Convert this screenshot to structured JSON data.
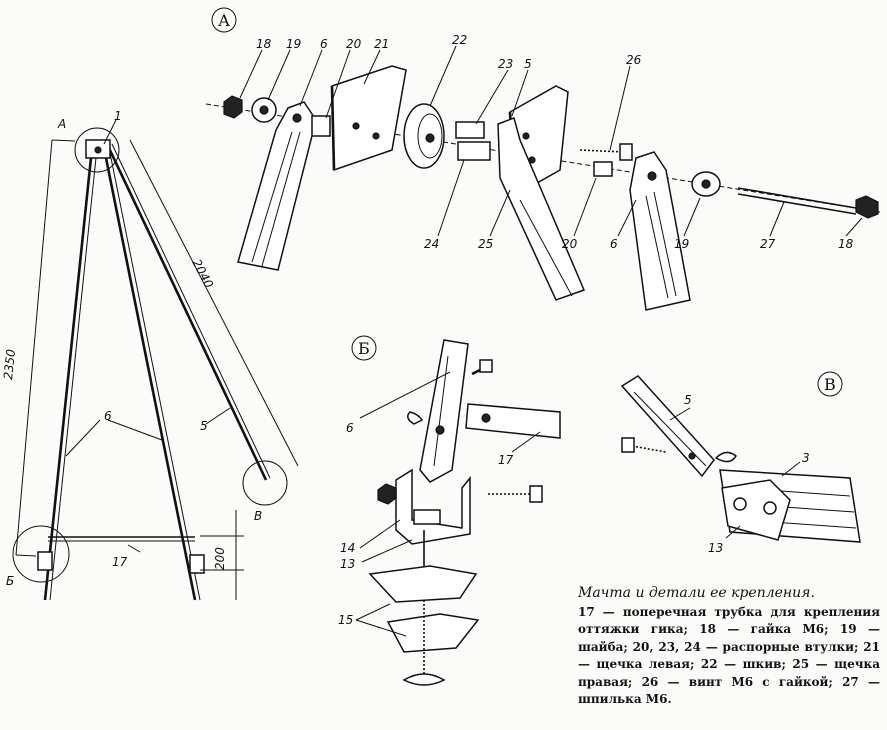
{
  "view_labels": {
    "a": "А",
    "b": "Б",
    "v": "В"
  },
  "corner_labels": {
    "a": "А",
    "b": "Б",
    "v": "В"
  },
  "dimensions": {
    "height_left": "2350",
    "diagonal": "2040",
    "base_height": "200"
  },
  "parts": {
    "p1": "1",
    "p3": "3",
    "p5": "5",
    "p6": "6",
    "p13": "13",
    "p14": "14",
    "p15": "15",
    "p17": "17",
    "p18": "18",
    "p19": "19",
    "p20": "20",
    "p21": "21",
    "p22": "22",
    "p23": "23",
    "p24": "24",
    "p25": "25",
    "p26": "26",
    "p27": "27"
  },
  "caption": {
    "title": "Мачта и детали ее крепления.",
    "body": "17 — поперечная трубка для крепления оттяжки гика; 18 — гайка М6; 19 — шайба; 20, 23, 24 — распорные втулки; 21 — щечка левая; 22 — шкив; 25 — щечка правая; 26 — винт М6 с гайкой; 27 — шпилька М6."
  }
}
